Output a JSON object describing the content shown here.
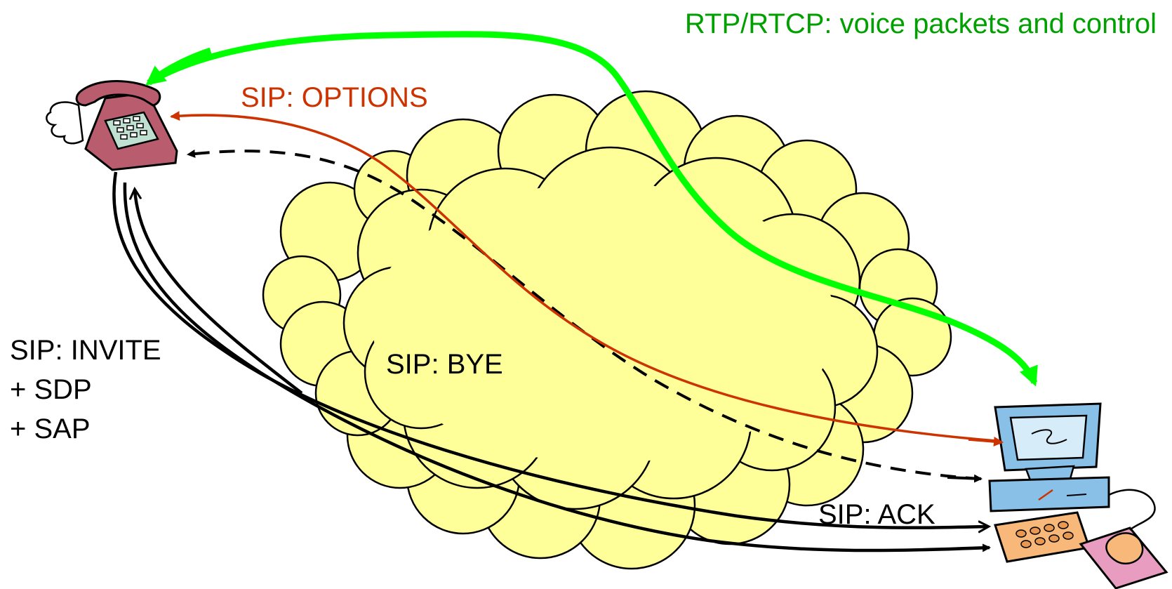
{
  "labels": {
    "rtp": "RTP/RTCP: voice packets and control",
    "options": "SIP: OPTIONS",
    "bye": "SIP: BYE",
    "invite": "SIP: INVITE",
    "sdp": "+ SDP",
    "sap": "+ SAP",
    "ack": "SIP: ACK"
  },
  "colors": {
    "rtp": "#00ff00",
    "rtp_text": "#00a000",
    "options": "#cc3300",
    "sip_black": "#000000",
    "cloud_fill": "#ffff99",
    "phone": "#b85c6e",
    "monitor": "#88c0e8",
    "keyboard": "#f7b87a",
    "mousepad": "#e89cc0"
  },
  "icons": {
    "phone": "telephone-icon",
    "computer": "desktop-computer-icon",
    "network": "cloud-icon"
  }
}
